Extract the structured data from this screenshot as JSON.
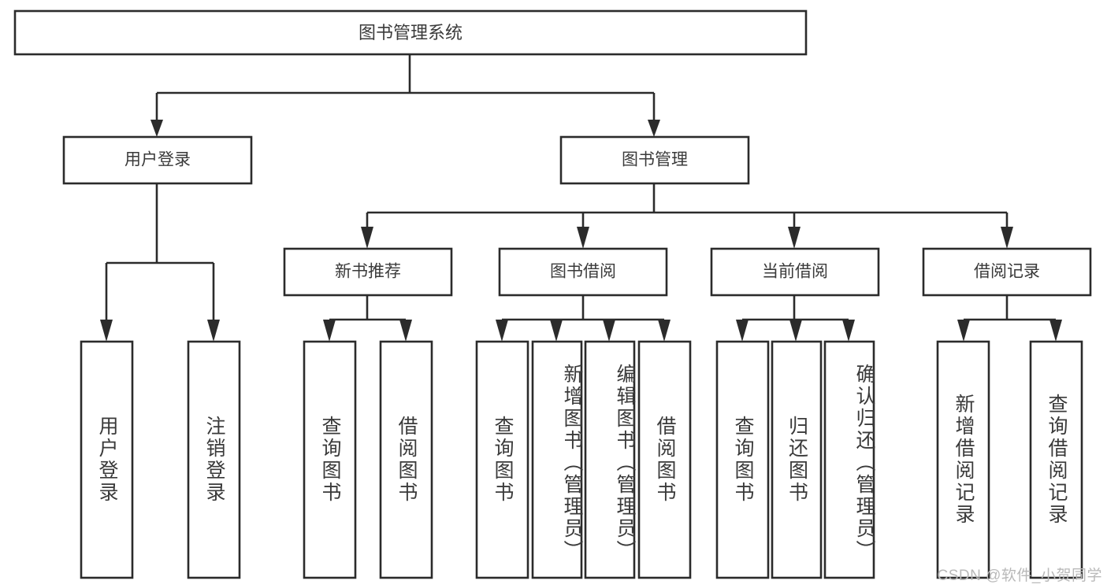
{
  "diagram": {
    "type": "hierarchy-tree",
    "title": "图书管理系统",
    "orientation": "top-down",
    "colors": {
      "box_fill": "#ffffff",
      "box_stroke": "#2b2b2b",
      "text": "#3a3a3a",
      "background": "#ffffff",
      "watermark": "#b9b9b9"
    },
    "levels": {
      "root": [
        "图书管理系统"
      ],
      "level2": [
        "用户登录",
        "图书管理"
      ],
      "level3": [
        "新书推荐",
        "图书借阅",
        "当前借阅",
        "借阅记录"
      ],
      "leaves": [
        "用户登录",
        "注销登录",
        "查询图书",
        "借阅图书",
        "查询图书",
        "新增图书（管理员）",
        "编辑图书（管理员）",
        "借阅图书",
        "查询图书",
        "归还图书",
        "确认归还（管理员）",
        "新增借阅记录",
        "查询借阅记录"
      ]
    }
  },
  "nodes": {
    "root": {
      "label": "图书管理系统"
    },
    "user_login": {
      "label": "用户登录"
    },
    "book_manage": {
      "label": "图书管理"
    },
    "new_book_rec": {
      "label": "新书推荐"
    },
    "book_borrow": {
      "label": "图书借阅"
    },
    "current_borrow": {
      "label": "当前借阅"
    },
    "borrow_record": {
      "label": "借阅记录"
    }
  },
  "leaves": {
    "user_login_children": [
      {
        "label": "用户登录"
      },
      {
        "label": "注销登录"
      }
    ],
    "new_book_rec_children": [
      {
        "label": "查询图书"
      },
      {
        "label": "借阅图书"
      }
    ],
    "book_borrow_children": [
      {
        "label": "查询图书"
      },
      {
        "label": "新增图书（管理员）"
      },
      {
        "label": "编辑图书（管理员）"
      },
      {
        "label": "借阅图书"
      }
    ],
    "current_borrow_children": [
      {
        "label": "查询图书"
      },
      {
        "label": "归还图书"
      },
      {
        "label": "确认归还（管理员）"
      }
    ],
    "borrow_record_children": [
      {
        "label": "新增借阅记录"
      },
      {
        "label": "查询借阅记录"
      }
    ]
  },
  "watermark": {
    "text": "CSDN @软件_小贺同学"
  }
}
